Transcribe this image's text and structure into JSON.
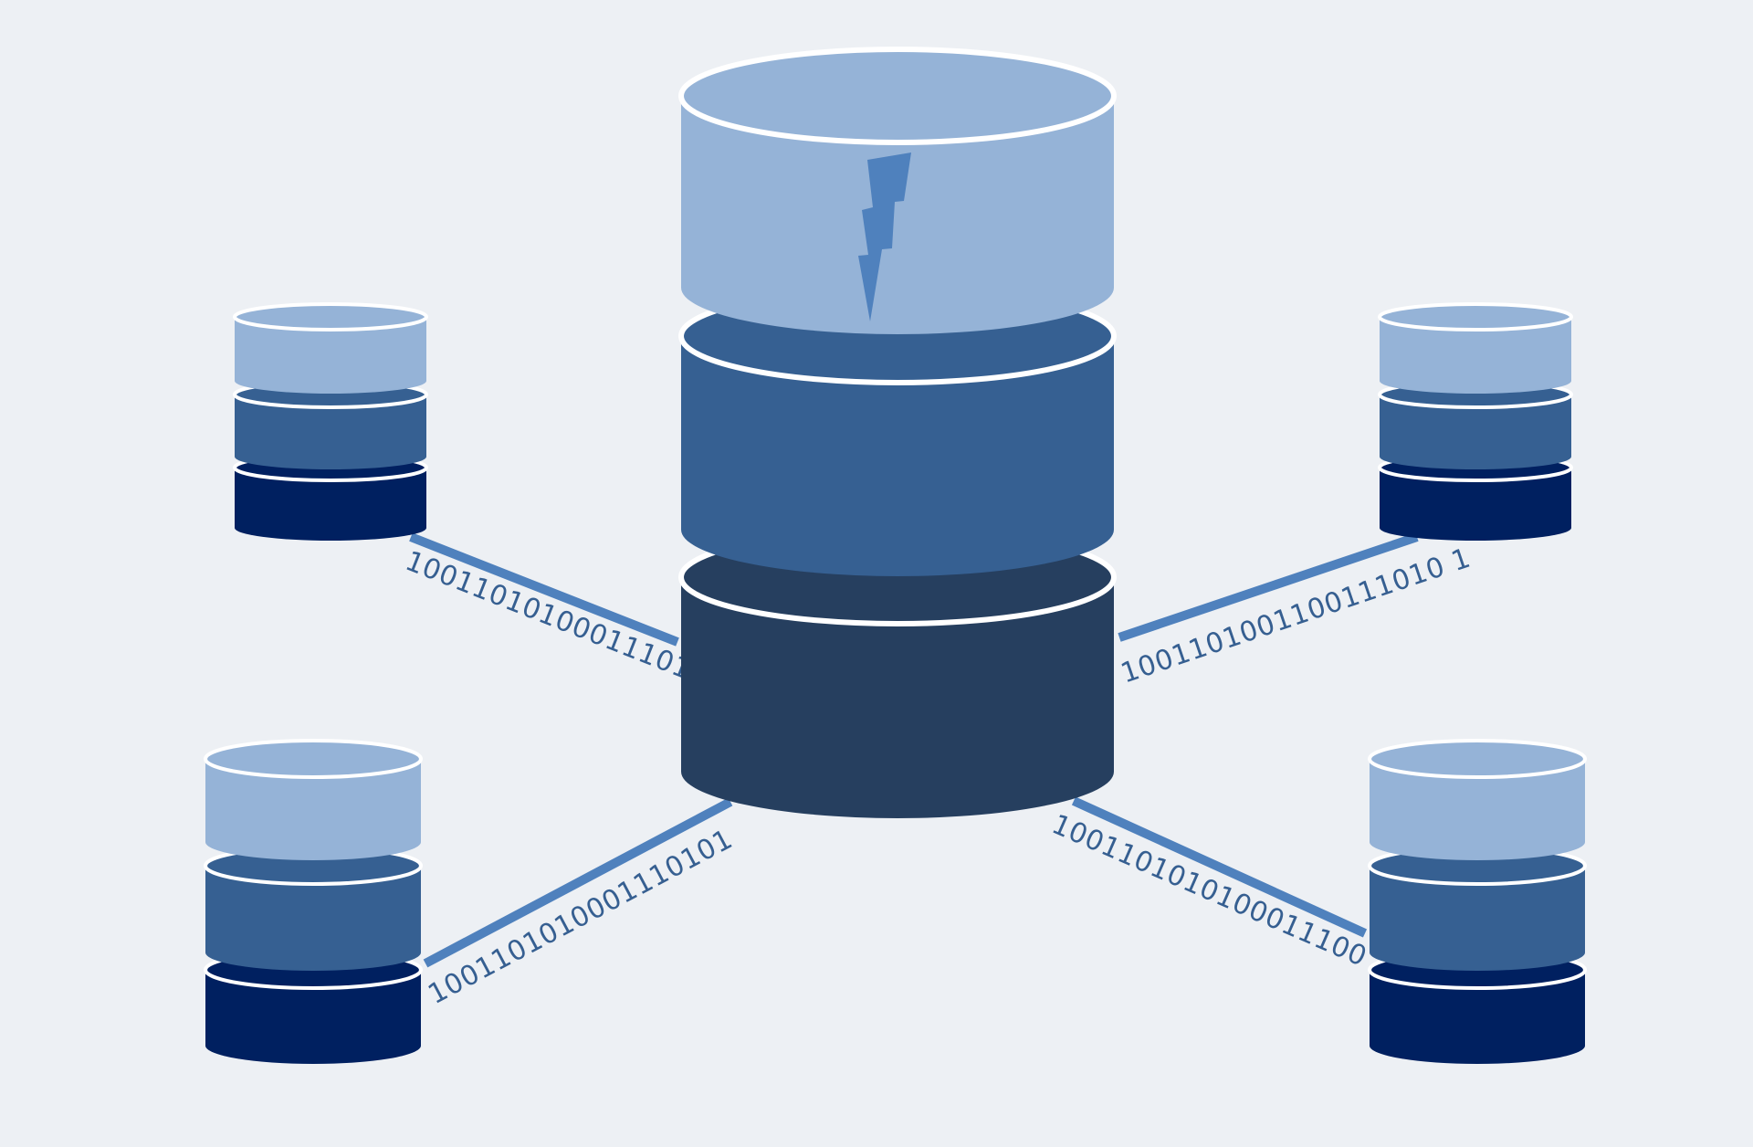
{
  "colors": {
    "background": "#edf0f4",
    "tier_light": "#95b3d7",
    "tier_mid": "#366092",
    "tier_dark_central": "#263f5f",
    "tier_dark_node": "#002060",
    "separator": "#ffffff",
    "link_line": "#4f81bd",
    "binary_text": "#365f91",
    "crack": "#4f81bd"
  },
  "icons": {
    "central": "database-icon",
    "node": "database-icon",
    "crack": "lightning-crack-icon"
  },
  "links": {
    "top_left": "1001101010001110101",
    "top_right": "1001101001100111010 1",
    "bottom_left": "1001101010001110101",
    "bottom_right": "1001101010100011100 1"
  }
}
